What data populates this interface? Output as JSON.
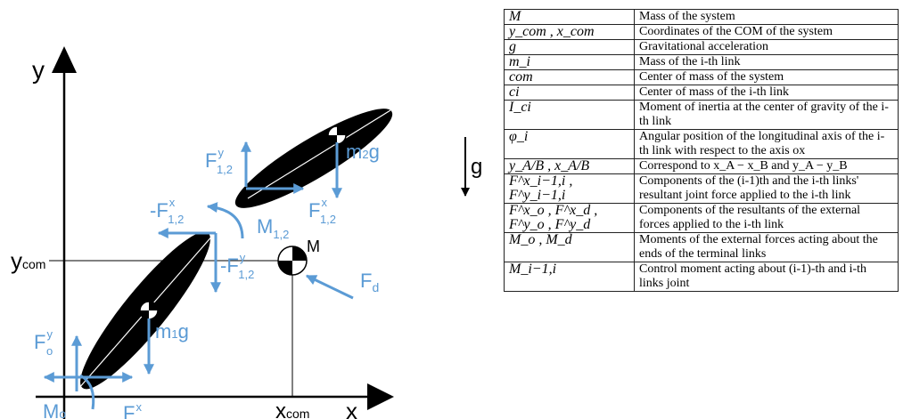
{
  "diagram": {
    "axis_y": "y",
    "axis_x": "x",
    "y_com": "y",
    "y_com_sub": "com",
    "x_com": "x",
    "x_com_sub": "com",
    "gravity": "g",
    "M": "M",
    "F12y": {
      "base": "F",
      "sup": "y",
      "sub": "1,2"
    },
    "F12x": {
      "base": "F",
      "sup": "x",
      "sub": "1,2"
    },
    "negF12x": {
      "base": "-F",
      "sup": "x",
      "sub": "1,2"
    },
    "negF12y": {
      "base": "-F",
      "sup": "y",
      "sub": "1,2"
    },
    "M12": {
      "base": "M",
      "sub": "1,2"
    },
    "m2g": {
      "base": "m",
      "sub": "2",
      "tail": "g"
    },
    "m1g": {
      "base": "m",
      "sub": "1",
      "tail": "g"
    },
    "Fd": {
      "base": "F",
      "sub": "d"
    },
    "Foy": {
      "base": "F",
      "sup": "y",
      "sub": "o"
    },
    "Fx": {
      "base": "F",
      "sup": "x"
    },
    "Mo": {
      "base": "M",
      "sub": "o"
    }
  },
  "legend": [
    {
      "symbol": "M",
      "description": "Mass of the system"
    },
    {
      "symbol": "y_com , x_com",
      "description": "Coordinates of the COM of the system"
    },
    {
      "symbol": "g",
      "description": "Gravitational acceleration"
    },
    {
      "symbol": "m_i",
      "description": "Mass of the i-th link"
    },
    {
      "symbol": "com",
      "description": "Center of mass of the system"
    },
    {
      "symbol": "ci",
      "description": "Center of mass of the i-th link"
    },
    {
      "symbol": "I_ci",
      "description": "Moment of inertia at the center of gravity of the i-th link"
    },
    {
      "symbol": "φ_i",
      "description": "Angular position of the longitudinal axis of the i-th link with respect to the axis ox"
    },
    {
      "symbol": "y_A/B , x_A/B",
      "description": "Correspond to x_A − x_B and y_A − y_B"
    },
    {
      "symbol": "F^x_i−1,i , F^y_i−1,i",
      "description": "Components of the (i-1)th and the i-th links' resultant joint force applied to the i-th link"
    },
    {
      "symbol": "F^x_o , F^x_d , F^y_o , F^y_d",
      "description": "Components of the resultants of the external forces applied to the i-th link"
    },
    {
      "symbol": "M_o , M_d",
      "description": "Moments of the external forces acting about the ends of the terminal links"
    },
    {
      "symbol": "M_i−1,i",
      "description": "Control moment acting about (i-1)-th and i-th links joint"
    }
  ]
}
